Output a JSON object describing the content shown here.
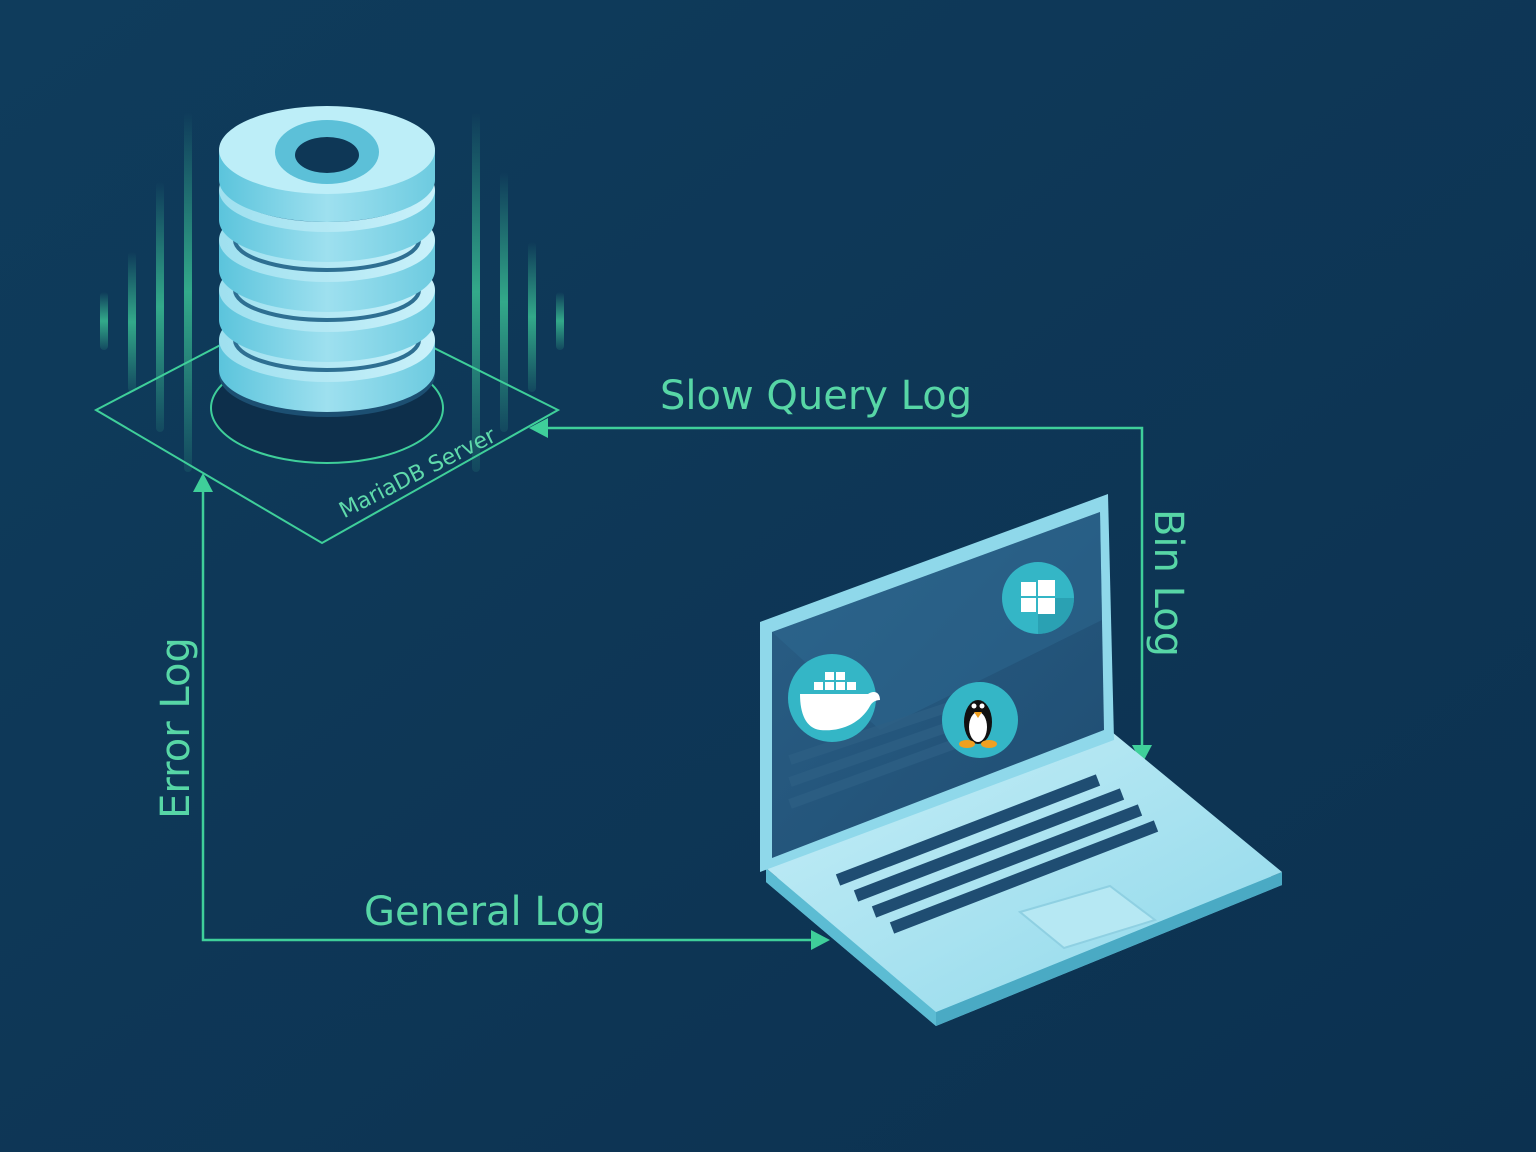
{
  "server": {
    "label": "MariaDB Server"
  },
  "flows": {
    "slow_query": "Slow Query Log",
    "bin": "Bin Log",
    "general": "General Log",
    "error": "Error Log"
  },
  "icons": [
    "database-icon",
    "laptop-icon",
    "windows-icon",
    "docker-icon",
    "linux-icon"
  ],
  "colors": {
    "background": "#0e3756",
    "accent": "#57d6a6",
    "device": "#a8e6f2"
  }
}
